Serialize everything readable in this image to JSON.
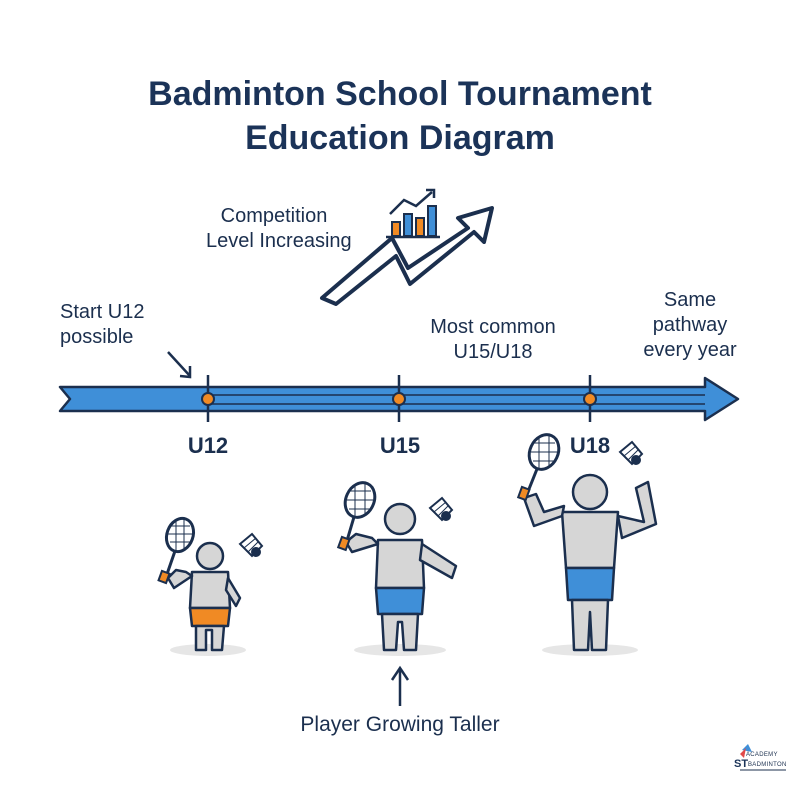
{
  "title_line1": "Badminton School Tournament",
  "title_line2": "Education Diagram",
  "competition_label_line1": "Competition",
  "competition_label_line2": "Level Increasing",
  "start_label_line1": "Start U12",
  "start_label_line2": "possible",
  "common_label_line1": "Most common",
  "common_label_line2": "U15/U18",
  "same_label_line1": "Same",
  "same_label_line2": "pathway",
  "same_label_line3": "every year",
  "ticks": [
    "U12",
    "U15",
    "U18"
  ],
  "growth_label": "Player Growing Taller",
  "logo": {
    "top": "ACADEMY",
    "mark": "ST",
    "bottom": "BADMINTON"
  },
  "colors": {
    "title": "#1b3358",
    "arrow_fill": "#3f8fd8",
    "arrow_stroke": "#1b2f4e",
    "marker": "#f08a24",
    "shorts_child": "#f08a24",
    "shorts_teen": "#3f8fd8"
  },
  "icons": [
    "trend-arrow-icon",
    "bar-chart-icon",
    "badminton-racket-icon",
    "shuttlecock-icon",
    "up-arrow-icon"
  ]
}
